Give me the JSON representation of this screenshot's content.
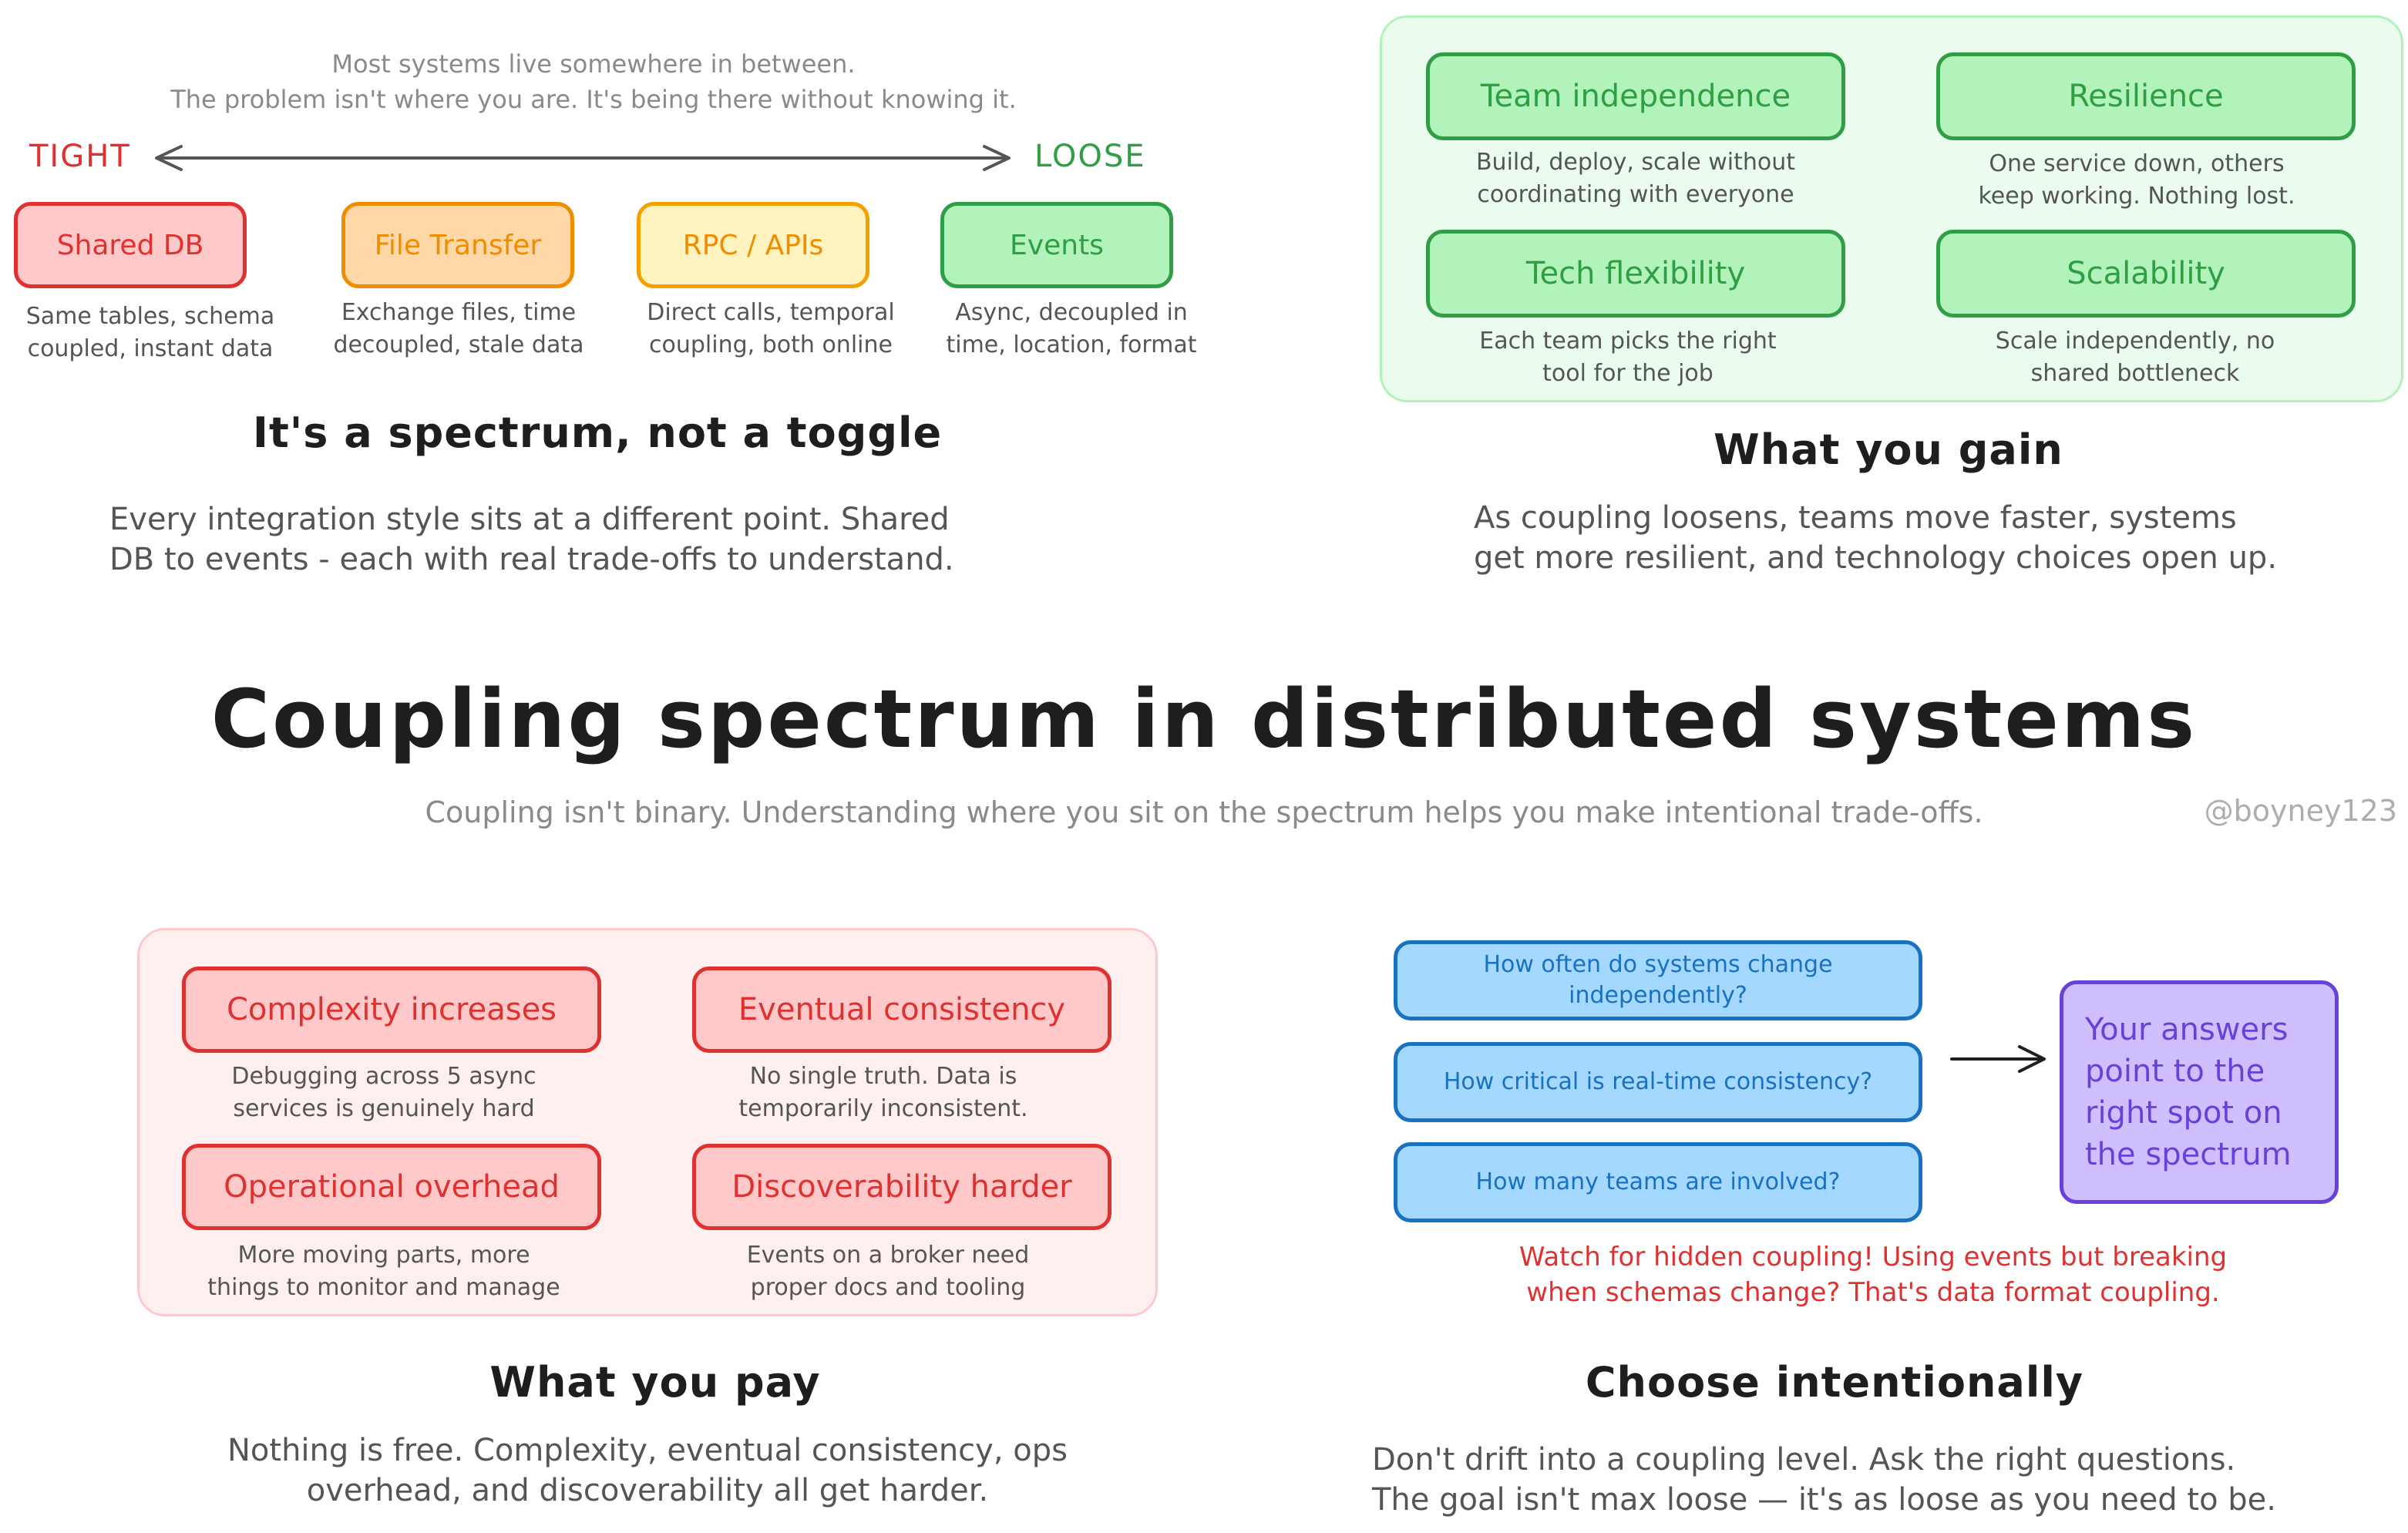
{
  "spectrum": {
    "intro_line1": "Most systems live somewhere in between.",
    "intro_line2": "The problem isn't where you are. It's being there without knowing it.",
    "tight_label": "TIGHT",
    "loose_label": "LOOSE",
    "styles": [
      {
        "label": "Shared DB",
        "desc1": "Same tables, schema",
        "desc2": "coupled, instant data"
      },
      {
        "label": "File Transfer",
        "desc1": "Exchange files, time",
        "desc2": "decoupled, stale data"
      },
      {
        "label": "RPC / APIs",
        "desc1": "Direct calls, temporal",
        "desc2": "coupling, both online"
      },
      {
        "label": "Events",
        "desc1": "Async, decoupled in",
        "desc2": "time, location, format"
      }
    ],
    "heading": "It's a spectrum, not a toggle",
    "para_line1": "Every integration style sits at a different point. Shared",
    "para_line2": "DB to events - each with real trade-offs to understand."
  },
  "gain": {
    "items": [
      {
        "label": "Team independence",
        "desc1": "Build, deploy, scale without",
        "desc2": "coordinating with everyone"
      },
      {
        "label": "Resilience",
        "desc1": "One service down, others",
        "desc2": "keep working. Nothing lost."
      },
      {
        "label": "Tech flexibility",
        "desc1": "Each team picks the right",
        "desc2": "tool for the job"
      },
      {
        "label": "Scalability",
        "desc1": "Scale independently, no",
        "desc2": "shared bottleneck"
      }
    ],
    "heading": "What you gain",
    "para_line1": "As coupling loosens, teams move faster, systems",
    "para_line2": "get more resilient, and technology choices open up."
  },
  "main": {
    "title": "Coupling spectrum in distributed systems",
    "subtitle": "Coupling isn't binary. Understanding where you sit on the spectrum helps you make intentional trade-offs.",
    "handle": "@boyney123"
  },
  "pay": {
    "items": [
      {
        "label": "Complexity increases",
        "desc1": "Debugging across 5 async",
        "desc2": "services is genuinely hard"
      },
      {
        "label": "Eventual consistency",
        "desc1": "No single truth. Data is",
        "desc2": "temporarily inconsistent."
      },
      {
        "label": "Operational overhead",
        "desc1": "More moving parts, more",
        "desc2": "things to monitor and manage"
      },
      {
        "label": "Discoverability harder",
        "desc1": "Events on a broker need",
        "desc2": "proper docs and tooling"
      }
    ],
    "heading": "What you pay",
    "para_line1": "Nothing is free. Complexity, eventual consistency, ops",
    "para_line2": "overhead, and discoverability all get harder."
  },
  "choose": {
    "questions": [
      {
        "line1": "How often do systems change",
        "line2": "independently?"
      },
      {
        "line1": "How critical is real-time consistency?",
        "line2": ""
      },
      {
        "line1": "How many teams are involved?",
        "line2": ""
      }
    ],
    "answer_lines": [
      "Your answers",
      "point to the",
      "right spot on",
      "the spectrum"
    ],
    "warning_line1": "Watch for hidden coupling! Using events but breaking",
    "warning_line2": "when schemas change? That's data format coupling.",
    "heading": "Choose intentionally",
    "para_line1": "Don't drift into a coupling level. Ask the right questions.",
    "para_line2": "The goal isn't max loose — it's as loose as you need to be."
  },
  "colors": {
    "red": "#e03131",
    "orange": "#f08c00",
    "green": "#2f9e44",
    "blue": "#1971c2",
    "purple": "#6741d9",
    "grey_text": "#8a8a8a",
    "arrow": "#555555"
  }
}
